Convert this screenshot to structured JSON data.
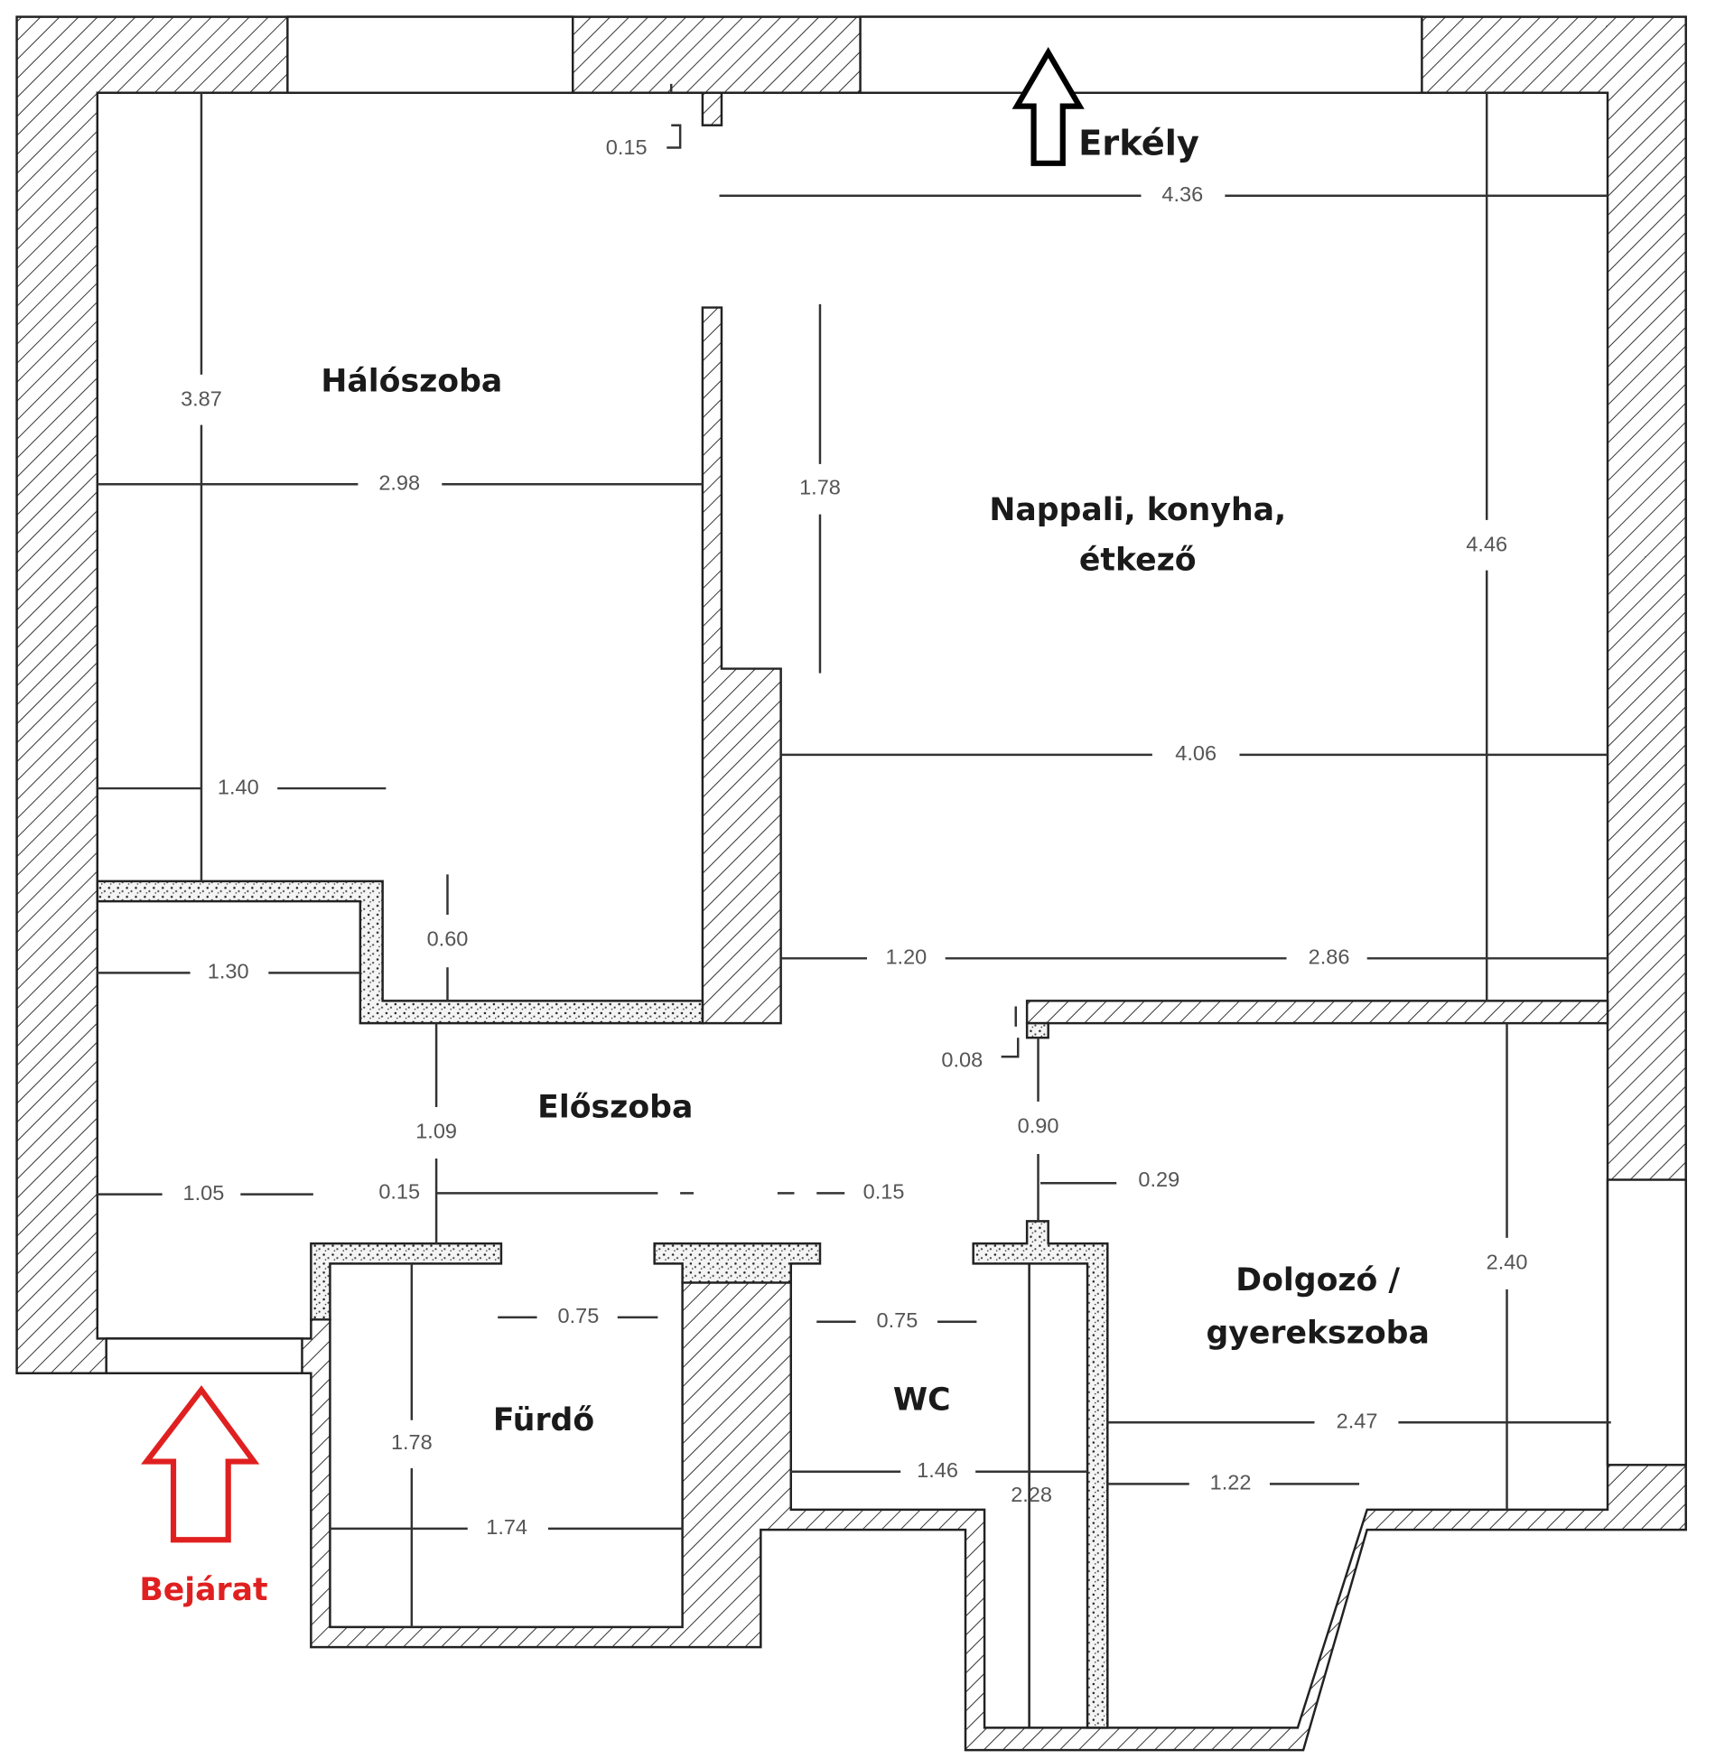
{
  "rooms": {
    "bedroom": "Hálószoba",
    "living_line1": "Nappali, konyha,",
    "living_line2": "étkező",
    "hall": "Előszoba",
    "study_line1": "Dolgozó /",
    "study_line2": "gyerekszoba",
    "bathroom": "Fürdő",
    "wc": "WC"
  },
  "markers": {
    "balcony": "Erkély",
    "entrance": "Bejárat",
    "entrance_color": "#e02020",
    "balcony_color": "#000000"
  },
  "dimensions": {
    "d015_top": "0.15",
    "d436": "4.36",
    "d387": "3.87",
    "d298": "2.98",
    "d178_living": "1.78",
    "d446": "4.46",
    "d406": "4.06",
    "d140": "1.40",
    "d060": "0.60",
    "d130": "1.30",
    "d120": "1.20",
    "d286": "2.86",
    "d008": "0.08",
    "d090": "0.90",
    "d109": "1.09",
    "d105": "1.05",
    "d015_left": "0.15",
    "d015_right": "0.15",
    "d029": "0.29",
    "d240": "2.40",
    "d075_bath": "0.75",
    "d075_wc": "0.75",
    "d178_bath": "1.78",
    "d247": "2.47",
    "d146": "1.46",
    "d228": "2.28",
    "d122": "1.22",
    "d174": "1.74"
  }
}
